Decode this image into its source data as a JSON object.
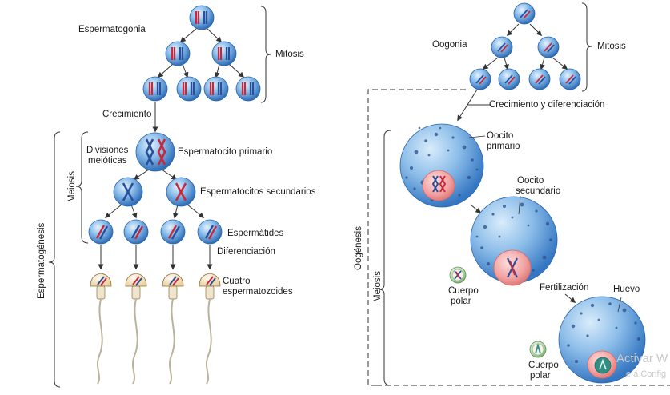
{
  "left": {
    "spermatogonia": "Espermatogonia",
    "mitosis": "Mitosis",
    "growth": "Crecimiento",
    "meiotic_divisions_1": "Divisiones",
    "meiotic_divisions_2": "meióticas",
    "primary_spermatocyte": "Espermatocito primario",
    "secondary_spermatocytes": "Espermatocitos secundarios",
    "spermatids": "Espermátides",
    "differentiation": "Diferenciación",
    "sperm_1": "Cuatro",
    "sperm_2": "espermatozoides",
    "meiosis": "Meiosis",
    "spermatogenesis": "Espermatogénesis"
  },
  "right": {
    "oogonia": "Oogonia",
    "mitosis": "Mitosis",
    "growth_diff": "Crecimiento y diferenciación",
    "primary_oocyte_1": "Oocito",
    "primary_oocyte_2": "primario",
    "secondary_oocyte_1": "Oocito",
    "secondary_oocyte_2": "secundario",
    "polar_body_1a": "Cuerpo",
    "polar_body_1b": "polar",
    "fertilization": "Fertilización",
    "ovum": "Huevo",
    "polar_body_2a": "Cuerpo",
    "polar_body_2b": "polar",
    "meiosis": "Meiosis",
    "oogenesis": "Oogénesis"
  },
  "watermark": {
    "line1": "Activar W",
    "line2": "e a Config"
  },
  "colors": {
    "cell_light": "#cfe6f8",
    "cell_dark": "#2f6fb8",
    "chromosome_red": "#c8283c",
    "chromosome_blue": "#2a4f9a",
    "nucleus_pink": "#f2a0a0",
    "sperm_head": "#f3e2c2"
  }
}
